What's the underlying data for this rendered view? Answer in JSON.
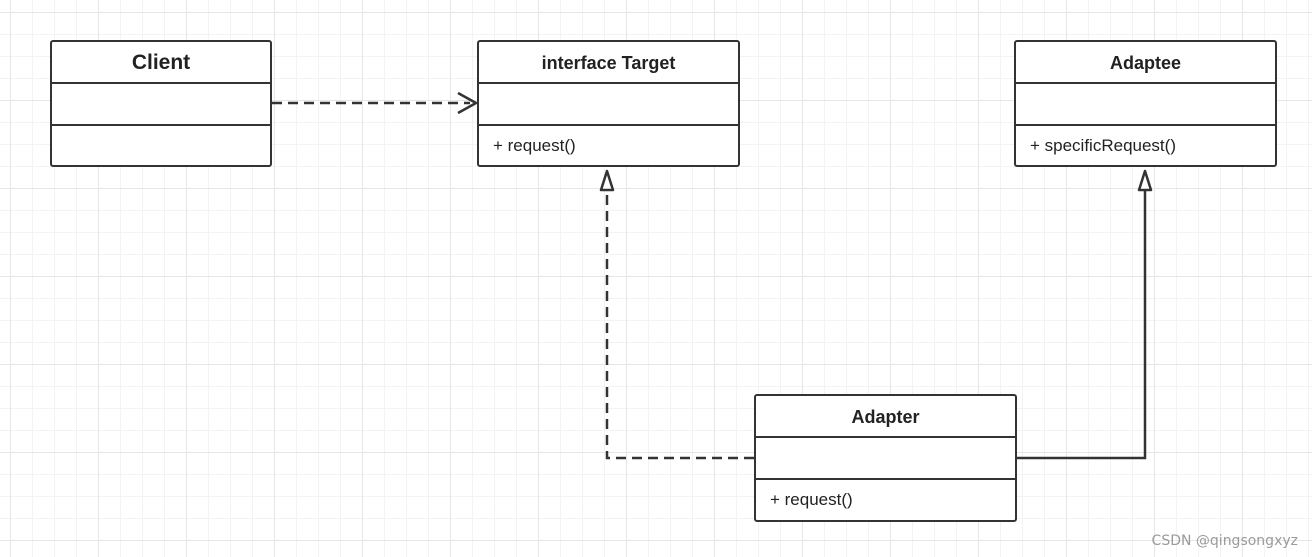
{
  "classes": {
    "client": {
      "name": "Client",
      "methods": ""
    },
    "target": {
      "name": "interface Target",
      "methods": "+ request()"
    },
    "adaptee": {
      "name": "Adaptee",
      "methods": "+ specificRequest()"
    },
    "adapter": {
      "name": "Adapter",
      "methods": "+ request()"
    }
  },
  "relations": [
    {
      "from": "Client",
      "to": "interface Target",
      "type": "dependency"
    },
    {
      "from": "Adapter",
      "to": "interface Target",
      "type": "realization"
    },
    {
      "from": "Adapter",
      "to": "Adaptee",
      "type": "generalization"
    }
  ],
  "colors": {
    "line": "#333333",
    "grid": "#e6e6e6",
    "watermark": "#9a9a9a"
  },
  "watermark": "CSDN @qingsongxyz"
}
